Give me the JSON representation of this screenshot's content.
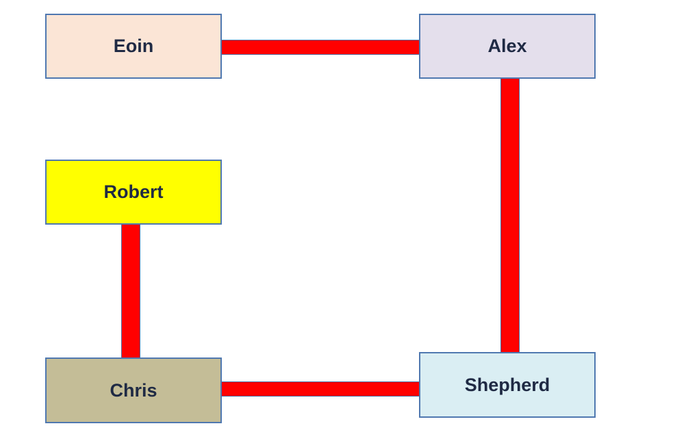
{
  "nodes": {
    "eoin": {
      "label": "Eoin",
      "color": "#fbe5d6"
    },
    "alex": {
      "label": "Alex",
      "color": "#e4dfec"
    },
    "robert": {
      "label": "Robert",
      "color": "#ffff00"
    },
    "chris": {
      "label": "Chris",
      "color": "#c4bd97"
    },
    "shepherd": {
      "label": "Shepherd",
      "color": "#daeef3"
    }
  },
  "connections": [
    {
      "from": "Eoin",
      "to": "Alex"
    },
    {
      "from": "Alex",
      "to": "Shepherd"
    },
    {
      "from": "Robert",
      "to": "Chris"
    },
    {
      "from": "Chris",
      "to": "Shepherd"
    }
  ],
  "colors": {
    "connector": "#ff0000",
    "node_border": "#4f78b0",
    "text": "#1f2a44"
  }
}
